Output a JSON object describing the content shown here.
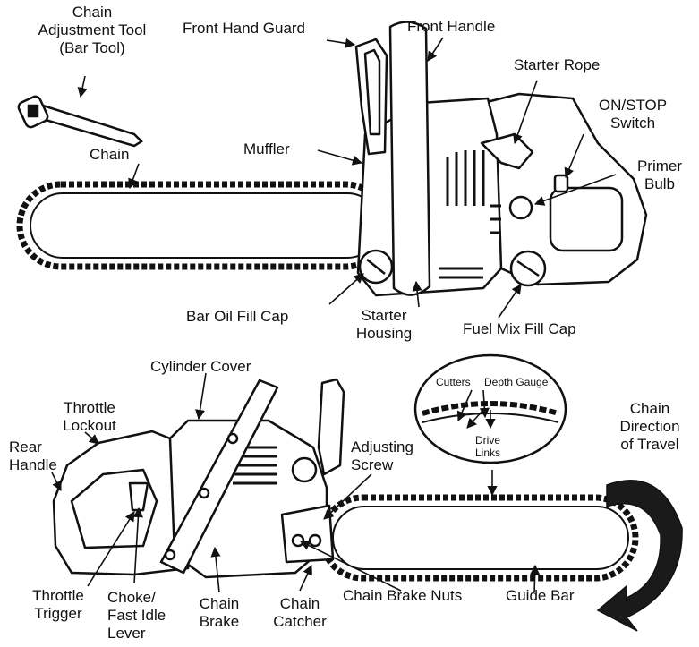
{
  "labels": {
    "chain_adjustment_tool": [
      "Chain",
      "Adjustment Tool",
      "(Bar Tool)"
    ],
    "front_hand_guard": "Front Hand Guard",
    "front_handle": "Front Handle",
    "starter_rope": "Starter Rope",
    "on_stop_switch": [
      "ON/STOP",
      "Switch"
    ],
    "primer_bulb": [
      "Primer",
      "Bulb"
    ],
    "chain_top": "Chain",
    "muffler": "Muffler",
    "bar_oil_fill_cap": "Bar Oil Fill Cap",
    "starter_housing": [
      "Starter",
      "Housing"
    ],
    "fuel_mix_fill_cap": "Fuel Mix Fill Cap",
    "cylinder_cover": "Cylinder Cover",
    "throttle_lockout": [
      "Throttle",
      "Lockout"
    ],
    "rear_handle": [
      "Rear",
      "Handle"
    ],
    "adjusting_screw": [
      "Adjusting",
      "Screw"
    ],
    "cutters": "Cutters",
    "depth_gauge": "Depth Gauge",
    "drive_links": [
      "Drive",
      "Links"
    ],
    "chain_direction": [
      "Chain",
      "Direction",
      "of Travel"
    ],
    "throttle_trigger": [
      "Throttle",
      "Trigger"
    ],
    "choke_fast_idle_lever": [
      "Choke/",
      "Fast Idle",
      "Lever"
    ],
    "chain_brake": [
      "Chain",
      "Brake"
    ],
    "chain_catcher": [
      "Chain",
      "Catcher"
    ],
    "chain_brake_nuts": "Chain Brake Nuts",
    "guide_bar": "Guide Bar"
  },
  "colors": {
    "ink": "#111111",
    "paper": "#ffffff",
    "arrow_fill": "#1a1a1a"
  }
}
